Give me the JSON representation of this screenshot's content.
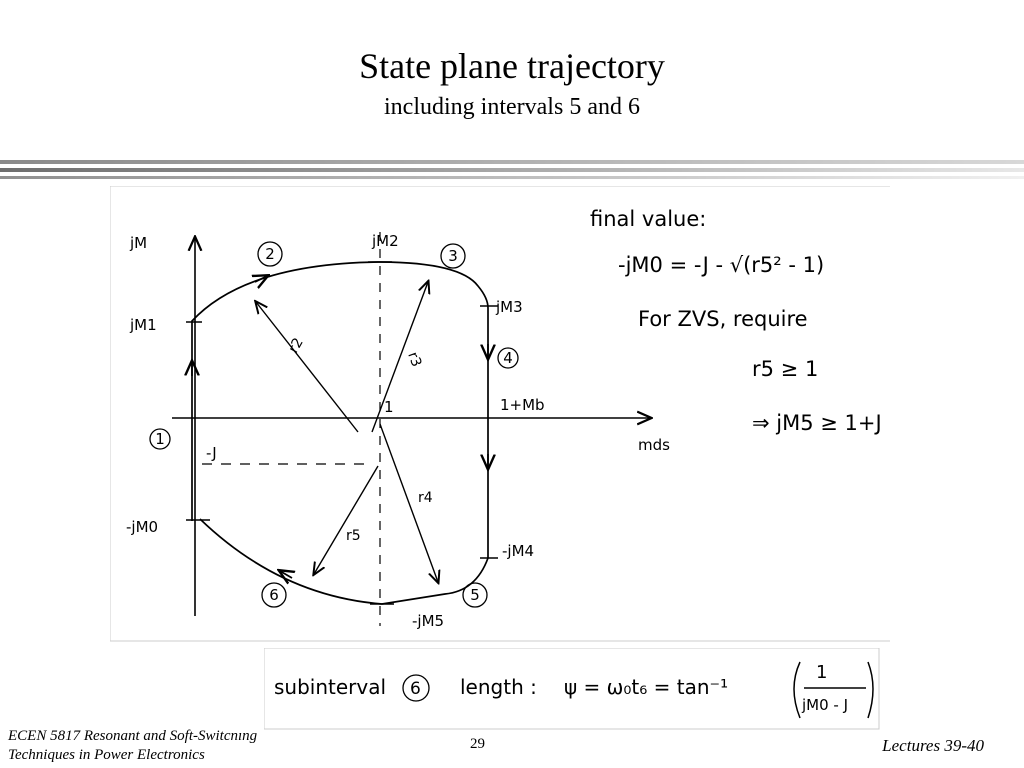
{
  "header": {
    "title": "State plane trajectory",
    "subtitle": "including intervals 5 and 6"
  },
  "diagram": {
    "axis_y": "jM",
    "axis_x": "mds",
    "circled_labels": [
      "1",
      "2",
      "3",
      "4",
      "5",
      "6"
    ],
    "point_labels": {
      "jm2": "jM2",
      "jm1": "jM1",
      "jm3": "jM3",
      "one_plus_mb": "1+Mb",
      "minus_jm0": "-jM0",
      "minus_jm4": "-jM4",
      "minus_jm5": "-jM5",
      "minus_j": "-J",
      "center_one": "1"
    },
    "radius_labels": {
      "r2": "r2",
      "r3": "r3",
      "r4": "r4",
      "r5": "r5"
    },
    "notes": {
      "line1": "final value:",
      "line2": "-jM0 = -J - √(r5² - 1)",
      "line3": "For ZVS, require",
      "line4": "r5 ≥ 1",
      "line5": "⇒ jM5 ≥ 1+J"
    }
  },
  "equation": {
    "lhs": "subinterval",
    "circled": "6",
    "mid": "length :",
    "rhs": "ψ = ω₀t₆ = tan⁻¹",
    "frac_num": "1",
    "frac_den": "jM0 - J"
  },
  "footer": {
    "course_line1": "ECEN 5817  Resonant and Soft-Switcnıng",
    "course_line2": "Techniques in Power Electronics",
    "page": "29",
    "lectures": "Lectures 39-40"
  },
  "colors": {
    "ink": "#000000",
    "frame": "#cccccc"
  }
}
